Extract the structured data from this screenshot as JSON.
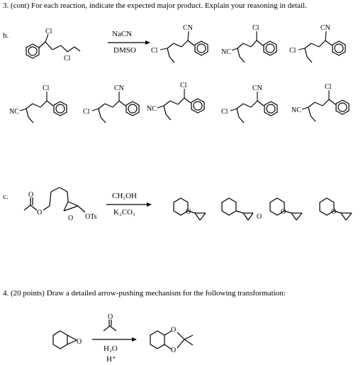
{
  "questions": {
    "q3_header": "3.  (cont) For each reaction, indicate the expected major product.  Explain your reasoning in detail.",
    "q4_header": "4. (20 points)  Draw a detailed arrow-pushing mechanism for the following transformation:"
  },
  "part_b": {
    "label": "b.",
    "reagent_top": "NaCN",
    "reagent_bottom": "DMSO",
    "atom_labels": {
      "cl": "Cl",
      "cn": "CN",
      "nc": "NC",
      "cl_left": "Cl"
    }
  },
  "part_c": {
    "label": "c.",
    "reagent_top": "CH₃OH",
    "reagent_bottom": "K₂CO₃",
    "ots": "OTs",
    "o": "O"
  },
  "q4": {
    "reagent_top_o": "O",
    "reagent_mid": "H₂O",
    "reagent_bottom": "H⁺",
    "o": "O"
  }
}
